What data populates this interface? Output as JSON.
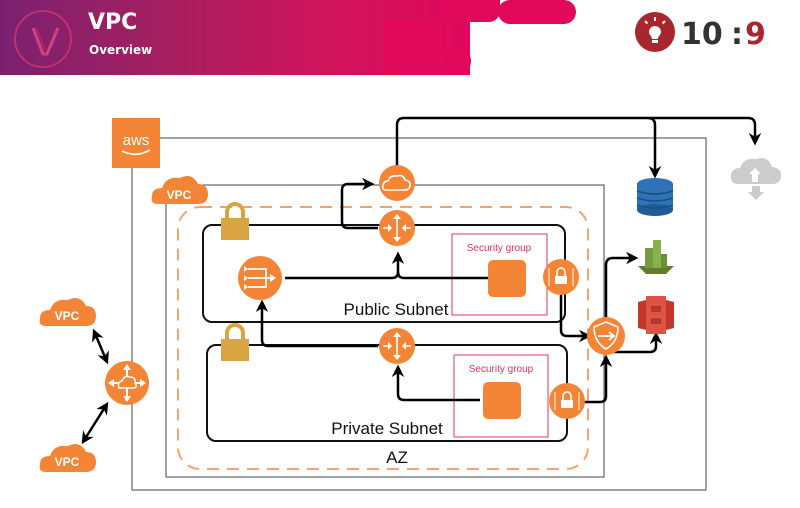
{
  "header": {
    "title": "VPC",
    "subtitle": "Overview",
    "brand_text_a": "10",
    "brand_text_b": ":",
    "brand_text_c": "9",
    "colors": {
      "banner_start": "#7a2070",
      "banner_end": "#e0085a",
      "brand_red": "#a8262e",
      "brand_dark": "#333333"
    }
  },
  "diagram": {
    "aws_label": "aws",
    "vpc_label": "VPC",
    "peer_vpc_top": "VPC",
    "peer_vpc_bottom": "VPC",
    "public_subnet_label": "Public Subnet",
    "private_subnet_label": "Private Subnet",
    "az_label": "AZ",
    "security_group_public": "Security group",
    "security_group_private": "Security group",
    "icons": [
      "internet-gateway-icon",
      "public-router-icon",
      "private-router-icon",
      "nat-gateway-icon",
      "public-instance-icon",
      "private-instance-icon",
      "public-nacl-icon",
      "private-nacl-icon",
      "vpc-endpoint-icon",
      "transit-gateway-icon",
      "dynamodb-icon",
      "cloudwatch-icon",
      "s3-icon",
      "internet-cloud-icon",
      "public-subnet-lock-icon",
      "private-subnet-lock-icon"
    ],
    "colors": {
      "aws_orange": "#f58536",
      "az_dash": "#f5a36e",
      "security_group": "#e0345a",
      "lock": "#d9a441",
      "dynamodb": "#2e73b8",
      "cloudwatch": "#759c3e",
      "s3": "#e05243",
      "cloud_grey": "#cccccc"
    }
  }
}
